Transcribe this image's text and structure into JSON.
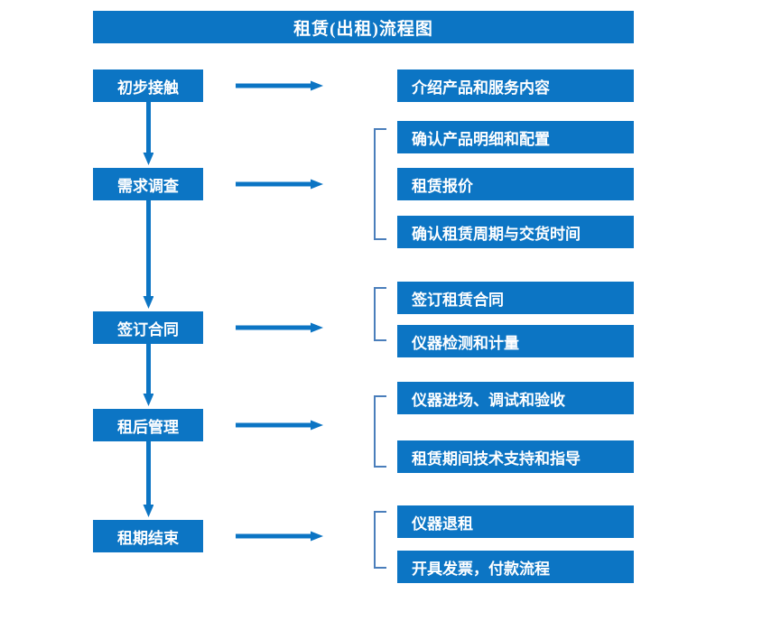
{
  "title": "租赁(出租)流程图",
  "colors": {
    "box_fill": "#0c75c4",
    "box_text": "#ffffff",
    "arrow": "#0c75c4",
    "bracket": "#4a7ebb",
    "background": "#ffffff"
  },
  "stages": [
    {
      "label": "初步接触"
    },
    {
      "label": "需求调查"
    },
    {
      "label": "签订合同"
    },
    {
      "label": "租后管理"
    },
    {
      "label": "租期结束"
    }
  ],
  "details": [
    {
      "label": "介绍产品和服务内容"
    },
    {
      "label": "确认产品明细和配置"
    },
    {
      "label": "租赁报价"
    },
    {
      "label": "确认租赁周期与交货时间"
    },
    {
      "label": "签订租赁合同"
    },
    {
      "label": "仪器检测和计量"
    },
    {
      "label": "仪器进场、调试和验收"
    },
    {
      "label": "租赁期间技术支持和指导"
    },
    {
      "label": "仪器退租"
    },
    {
      "label": "开具发票，付款流程"
    }
  ]
}
